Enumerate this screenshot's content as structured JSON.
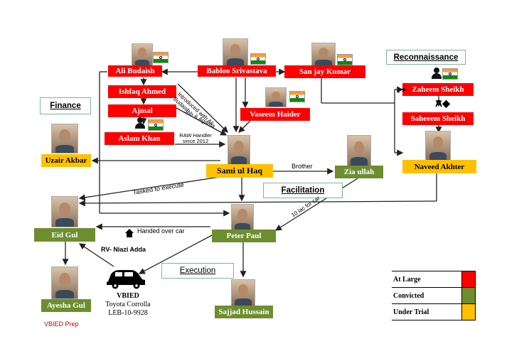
{
  "colors": {
    "at_large": "#ff0000",
    "convicted": "#6d8e2f",
    "under_trial": "#ffc000"
  },
  "nodes": {
    "ali_budaish": "Ali Budaish",
    "babloo": "Babloo Srivastava",
    "sanjay": "San jay Kumar",
    "ishfaq": "Ishfaq Ahmed",
    "ajmal": "Ajmal",
    "aslam": "Aslam Khan",
    "vaseem": "Vaseem Haider",
    "zaheem": "Zaheem Sheikh",
    "saheeem": "Saheeem Sheikh",
    "naveed": "Naveed Akhter",
    "uzair": "Uzair Akbar",
    "sami": "Sami ul Haq",
    "zia": "Zia ullah",
    "eid": "Eid Gul",
    "peter": "Peter Paul",
    "ayesha": "Ayesha Gul",
    "sajjad": "Sajjad Hussain"
  },
  "sections": {
    "finance": "Finance",
    "reconnaissance": "Reconnaissance",
    "facilitation": "Facilitation",
    "execution": "Execution"
  },
  "edge_labels": {
    "introduced": "Introduced with Ali Budaish",
    "job": "Job & Agama",
    "raw": "RAW Handler since 2012",
    "brother": "Brother",
    "tasked": "Tasked to execute",
    "ten_lac": "10 lac for car",
    "handed": "Handed over car",
    "niazi": "RV- Niazi Adda",
    "zaheem_prefix": "j ►"
  },
  "symbols": {
    "a_marker": "A◆"
  },
  "vbied": {
    "title": "VBIED",
    "line1": "Toyota Corrolla",
    "line2": "LEB-10-9928",
    "prep": "VBIED Prep"
  },
  "legend": [
    {
      "label": "At Large",
      "color": "#ff0000"
    },
    {
      "label": "Convicted",
      "color": "#6d8e2f"
    },
    {
      "label": "Under Trial",
      "color": "#ffc000"
    }
  ],
  "icons": [
    "person-icon",
    "india-flag-icon",
    "house-icon",
    "car-icon"
  ]
}
